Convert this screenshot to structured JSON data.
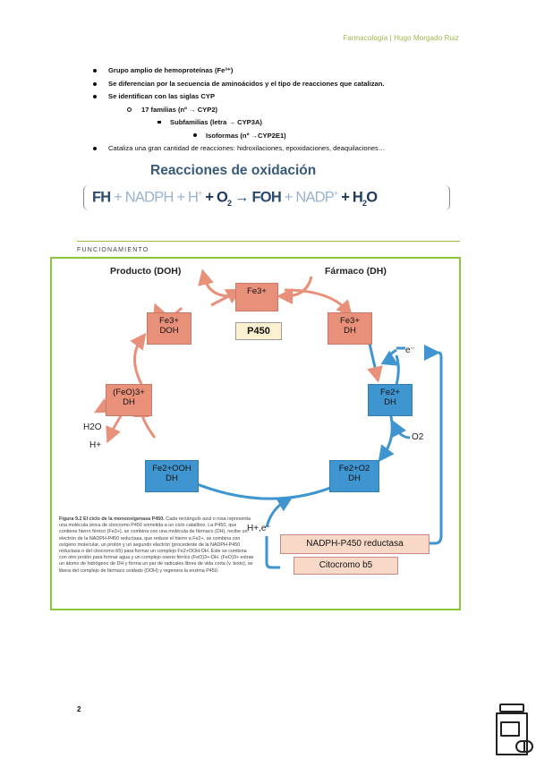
{
  "header": {
    "title": "Farmacología | Hugo Morgado Ruiz"
  },
  "bullets": {
    "b1": "Grupo amplio de hemoproteínas (Fe³⁺)",
    "b2": "Se diferencian por la secuencia de aminoácidos y el tipo de reacciones que catalizan.",
    "b3": "Se identifican con las siglas CYP",
    "b4": "17 familias (nº → CYP2)",
    "b5": "Subfamilias (letra → CYP3A)",
    "b6": "Isoformas (nº →CYP2E1)",
    "b7": "Cataliza una gran cantidad de reacciones: hidroxilaciones, epoxidaciones, deaquilaciones…"
  },
  "reaction": {
    "title": "Reacciones de oxidación",
    "t1": "FH",
    "t2": " + NADPH + H",
    "t3": "+",
    "t4": " + O",
    "t5": "2",
    "t6": " → FOH",
    "t7": " + NADP",
    "t8": "+",
    "t9": " + H",
    "t10": "2",
    "t11": "O"
  },
  "section": {
    "title": "FUNCIONAMIENTO"
  },
  "figure": {
    "producto": "Producto (DOH)",
    "farmaco": "Fármaco (DH)",
    "top_box": "Fe3+",
    "p450": "P450",
    "box_fe3_doh_1": "Fe3+",
    "box_fe3_doh_2": "DOH",
    "box_fe3_dh_1": "Fe3+",
    "box_fe3_dh_2": "DH",
    "box_feo_1": "(FeO)3+",
    "box_feo_2": "DH",
    "box_fe2_dh_1": "Fe2+",
    "box_fe2_dh_2": "DH",
    "box_fe2ooh_1": "Fe2+OOH",
    "box_fe2ooh_2": "DH",
    "box_fe2o2_1": "Fe2+O2",
    "box_fe2o2_2": "DH",
    "electron": "e⁻",
    "o2": "O2",
    "h2o": "H2O",
    "hplus": "H+",
    "hplus_e": "H+,e⁻",
    "reductasa": "NADPH-P450 reductasa",
    "citocromo": "Citocromo b5",
    "caption_title": "Figura 9.2",
    "caption_bold": "El ciclo de la monooxigenasa P450.",
    "caption_text": "Cada rectángulo azul o rosa representa una molécula única de citocromo P450 sometida a un ciclo catalítico. La P450, que contiene hierro férrico (Fe3+), se combina con una molécula de fármaco (DH), recibe un electrón de la NADPH-P450 reductasa, que reduce el hierro a Fe2+, se combina con oxígeno molecular, un protón y un segundo electrón (procedente de la NADPH-P450 reductasa o del citocromo b5) para formar un complejo Fe2+OOH-DH. Este se combina con otro protón para formar agua y un complejo oxeno férrico (FeO)3+-DH. (FeO)3+ extrae un átomo de hidrógeno de DH y forma un par de radicales libres de vida corta (v. texto), se libera del complejo de fármaco oxidado (DOH) y regenera la enzima P450."
  },
  "footer": {
    "page": "2"
  },
  "colors": {
    "accent": "#8cc63f",
    "salmon": "#e8907a",
    "blue": "#3f95cf"
  }
}
